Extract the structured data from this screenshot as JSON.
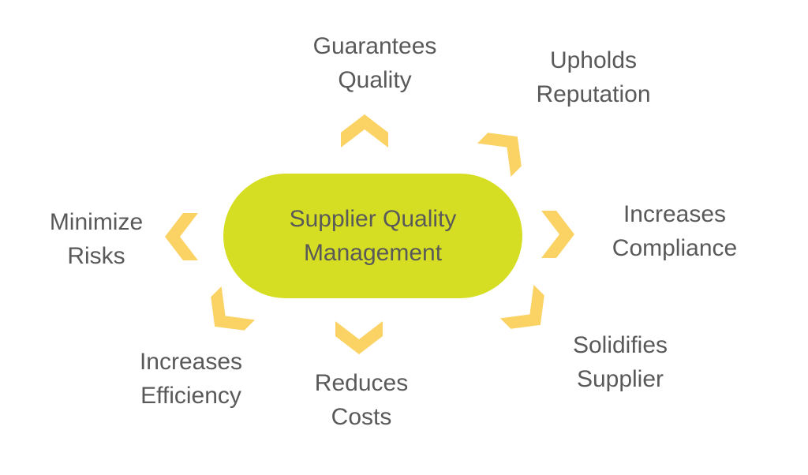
{
  "diagram_title": "Supplier Quality Management",
  "colors": {
    "background": "#ffffff",
    "center_fill": "#d6de24",
    "chevron": "#fbd264",
    "text": "#595959"
  },
  "center": {
    "label": "Supplier Quality\nManagement"
  },
  "benefits": [
    {
      "label": "Guarantees\nQuality",
      "direction": "up"
    },
    {
      "label": "Upholds\nReputation",
      "direction": "up-right"
    },
    {
      "label": "Increases\nCompliance",
      "direction": "right"
    },
    {
      "label": "Solidifies\nSupplier",
      "direction": "down-right"
    },
    {
      "label": "Reduces\nCosts",
      "direction": "down"
    },
    {
      "label": "Increases\nEfficiency",
      "direction": "down-left"
    },
    {
      "label": "Minimize\nRisks",
      "direction": "left"
    }
  ]
}
